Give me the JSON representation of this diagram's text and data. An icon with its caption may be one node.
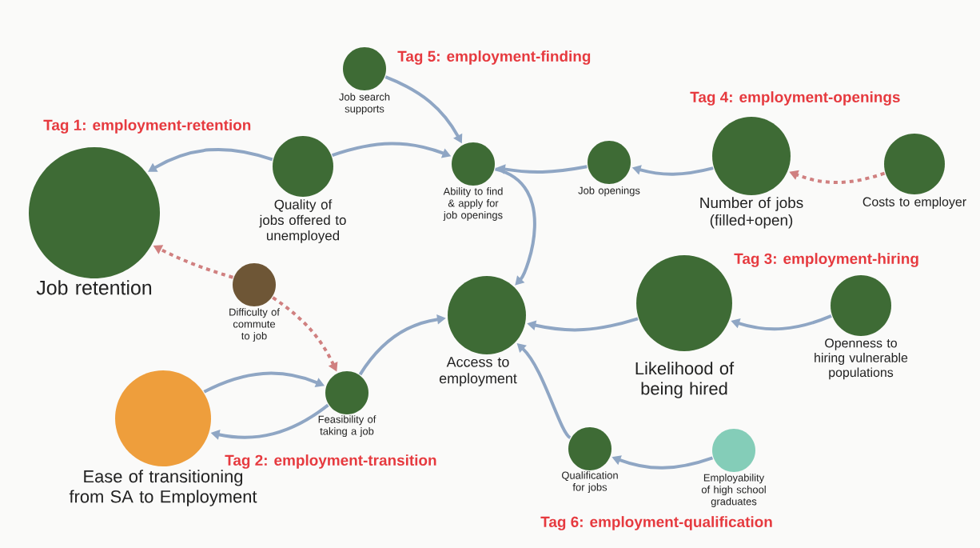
{
  "diagram": {
    "nodes": [
      {
        "text": [
          "Job search supports"
        ]
      },
      {
        "text": [
          "Quality of jobs offered to unemployed"
        ]
      },
      {
        "text": [
          "Ability to find & apply for job openings"
        ]
      },
      {
        "text": [
          "Job openings"
        ]
      },
      {
        "text": [
          "Number of jobs (filled+open)"
        ]
      },
      {
        "text": [
          "Costs to employer"
        ]
      },
      {
        "text": [
          "Job retention"
        ]
      },
      {
        "text": [
          "Difficulty of commute to job"
        ]
      },
      {
        "text": [
          "Access to employment"
        ]
      },
      {
        "text": [
          "Likelihood of being hired"
        ]
      },
      {
        "text": [
          "Openness to hiring vulnerable populations"
        ]
      },
      {
        "text": [
          "Feasibility of taking a job"
        ]
      },
      {
        "text": [
          "Ease of transitioning from SA to Employment"
        ]
      },
      {
        "text": [
          "Qualification for jobs"
        ]
      },
      {
        "text": [
          "Employability of high school graduates"
        ]
      }
    ],
    "edges": [
      {
        "from": 0,
        "to": 2,
        "arrow": "to"
      },
      {
        "from": 1,
        "to": 6,
        "arrow": "to"
      },
      {
        "from": 1,
        "to": 2,
        "arrow": "to"
      },
      {
        "from": 3,
        "to": 2,
        "arrow": "to"
      },
      {
        "from": 4,
        "to": 3,
        "arrow": "to"
      },
      {
        "from": 5,
        "to": 4,
        "arrow": "to",
        "style": "dashed",
        "color": "#d08080"
      },
      {
        "from": 2,
        "to": 8,
        "arrow": "to"
      },
      {
        "from": 7,
        "to": 6,
        "arrow": "to",
        "style": "dashed",
        "color": "#d08080"
      },
      {
        "from": 7,
        "to": 11,
        "arrow": "to",
        "style": "dashed",
        "color": "#d08080"
      },
      {
        "from": 12,
        "to": 11,
        "arrow": "to"
      },
      {
        "from": 11,
        "to": 12,
        "arrow": "to"
      },
      {
        "from": 11,
        "to": 8,
        "arrow": "to"
      },
      {
        "from": 9,
        "to": 8,
        "arrow": "to"
      },
      {
        "from": 10,
        "to": 9,
        "arrow": "to"
      },
      {
        "from": 13,
        "to": 8,
        "arrow": "to"
      },
      {
        "from": 14,
        "to": 13,
        "arrow": "to"
      }
    ],
    "labels": [
      "Tag 5: employment-finding",
      "Tag 4: employment-openings",
      "Tag 1: employment-retention",
      "Tag 3: employment-hiring",
      "Tag 2: employment-transition",
      "Tag 6: employment-qualification"
    ]
  }
}
